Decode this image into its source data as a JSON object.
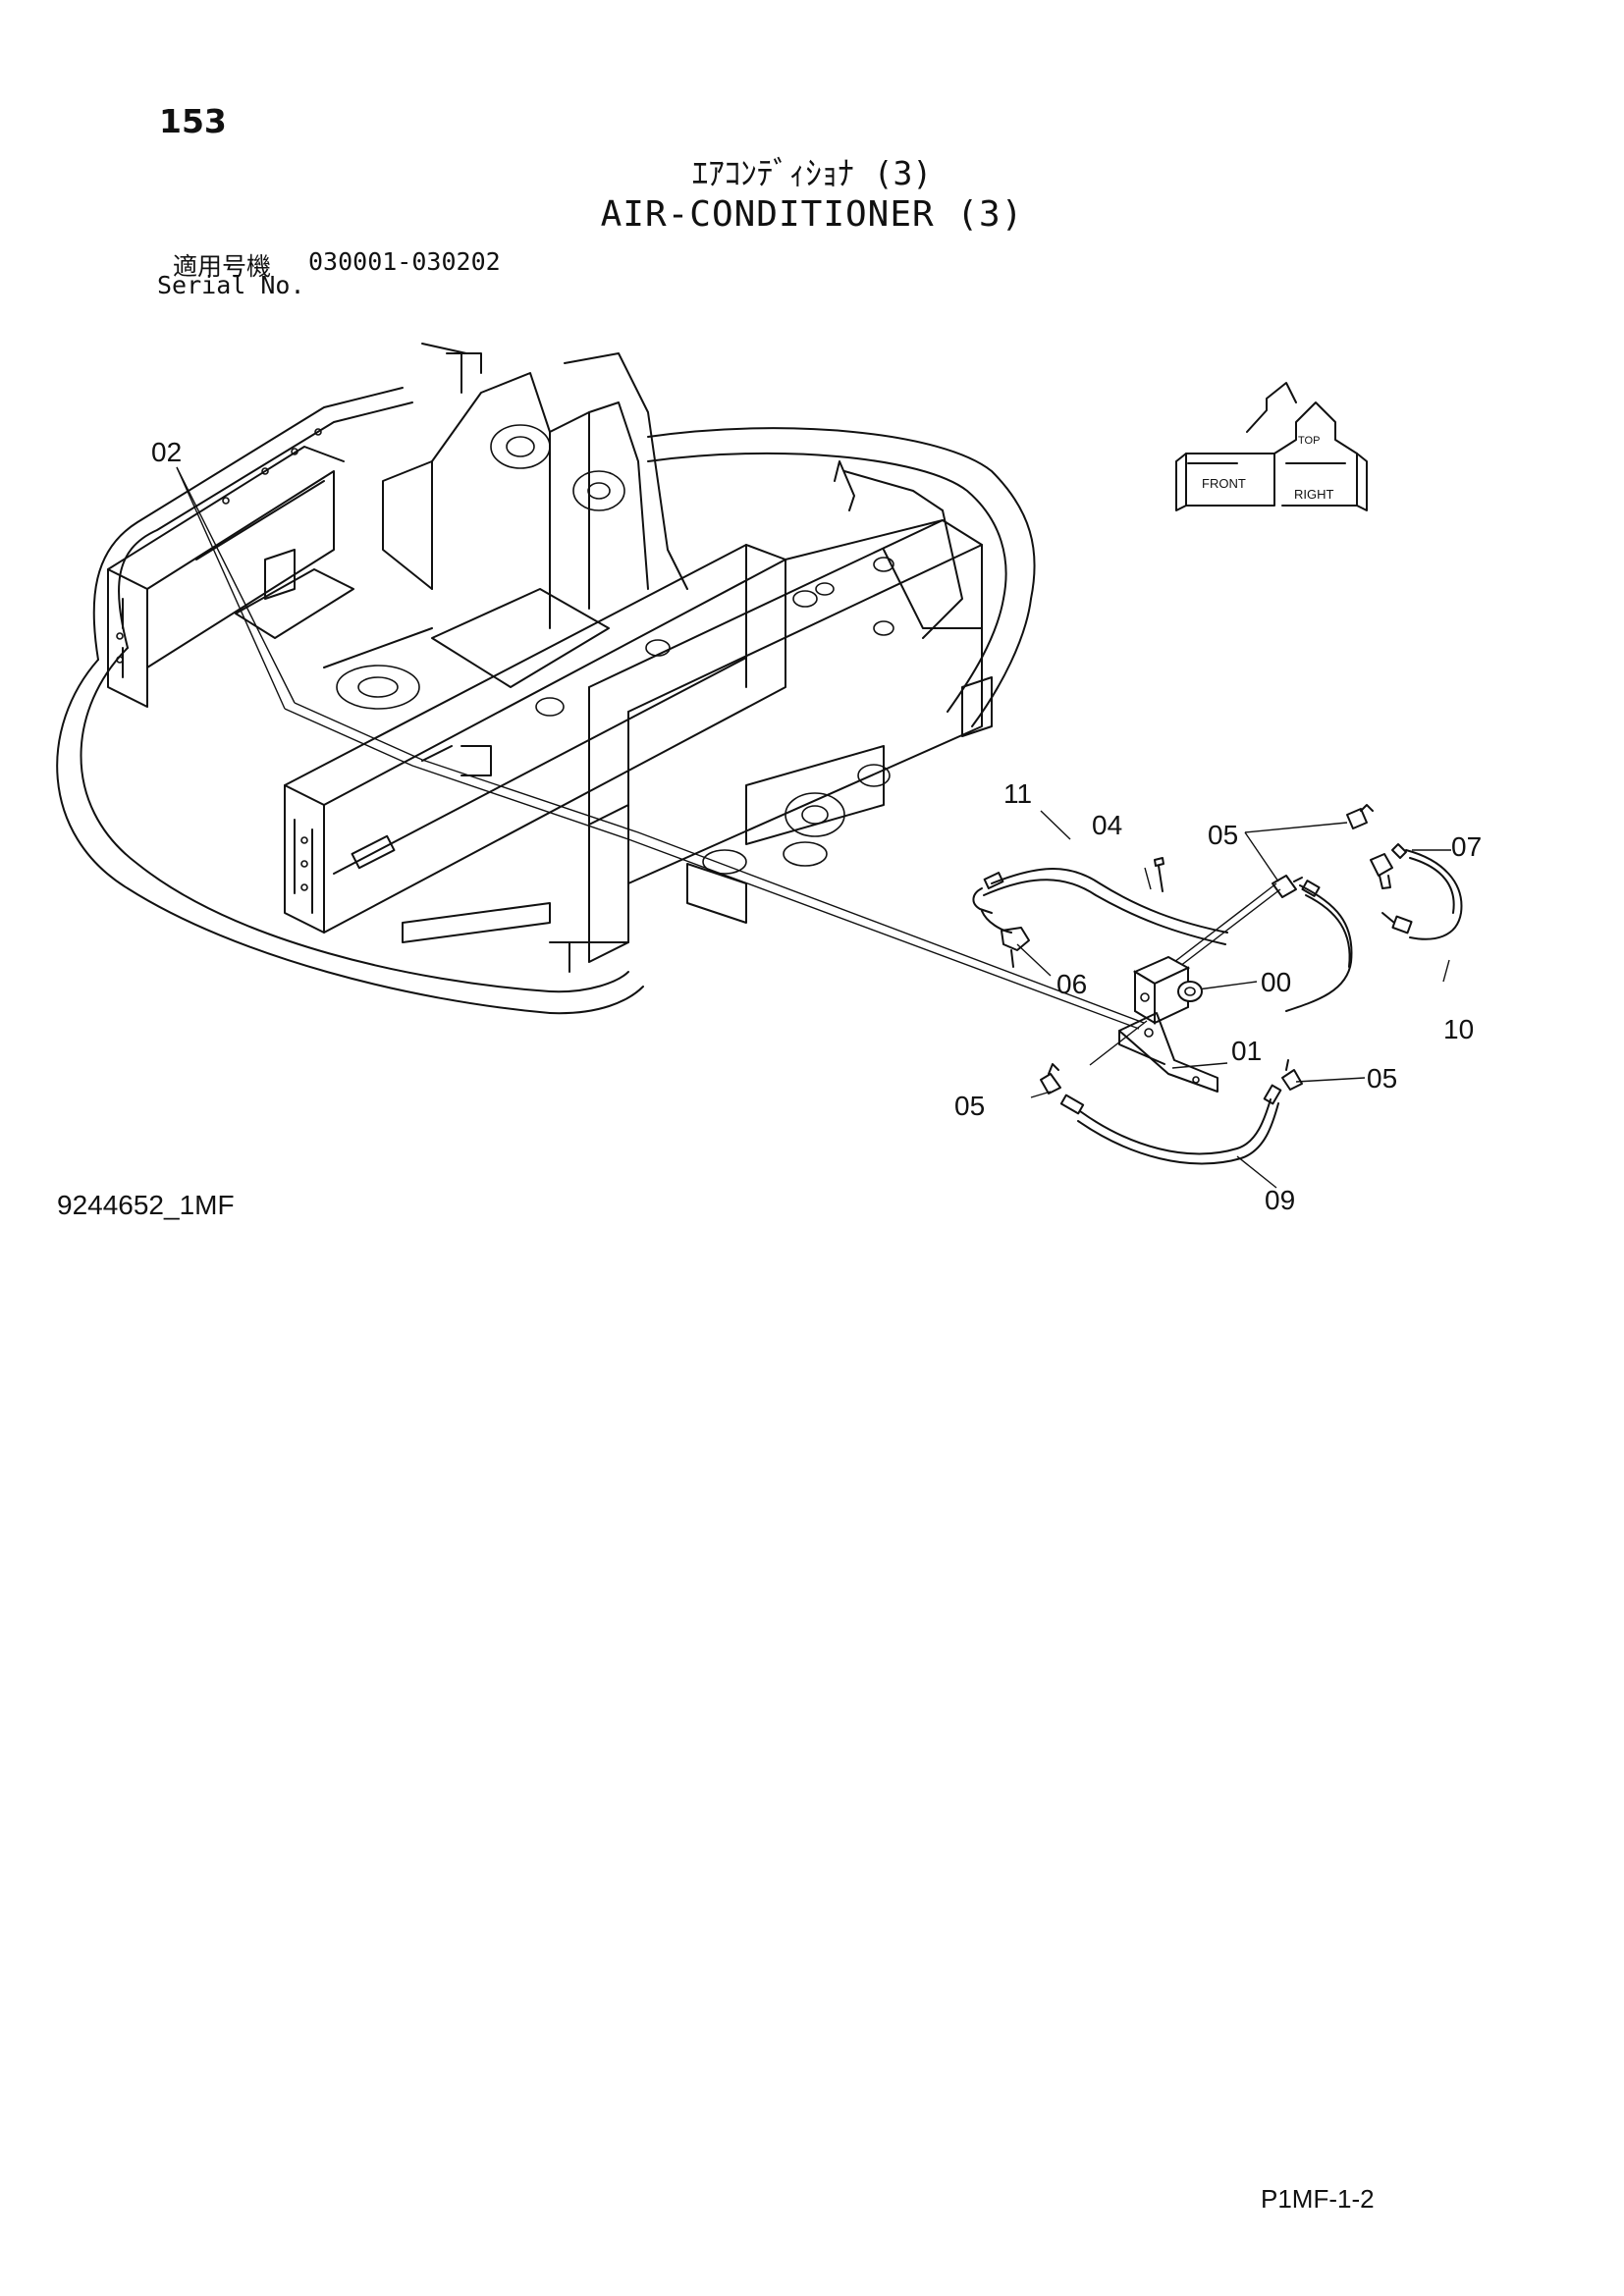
{
  "page_number": "153",
  "title_jp": "ｴｱｺﾝﾃﾞｨｼｮﾅ (3)",
  "title_en": "AIR-CONDITIONER (3)",
  "serial": {
    "label_jp": "適用号機",
    "range": "030001-030202",
    "label_en": "Serial No."
  },
  "orientation_badge": {
    "front": "FRONT",
    "right": "RIGHT",
    "top": "TOP"
  },
  "callouts": [
    "02",
    "11",
    "04",
    "05",
    "07",
    "06",
    "00",
    "10",
    "01",
    "05",
    "05",
    "09"
  ],
  "drawing_id": "9244652_1MF",
  "page_code": "P1MF-1-2"
}
